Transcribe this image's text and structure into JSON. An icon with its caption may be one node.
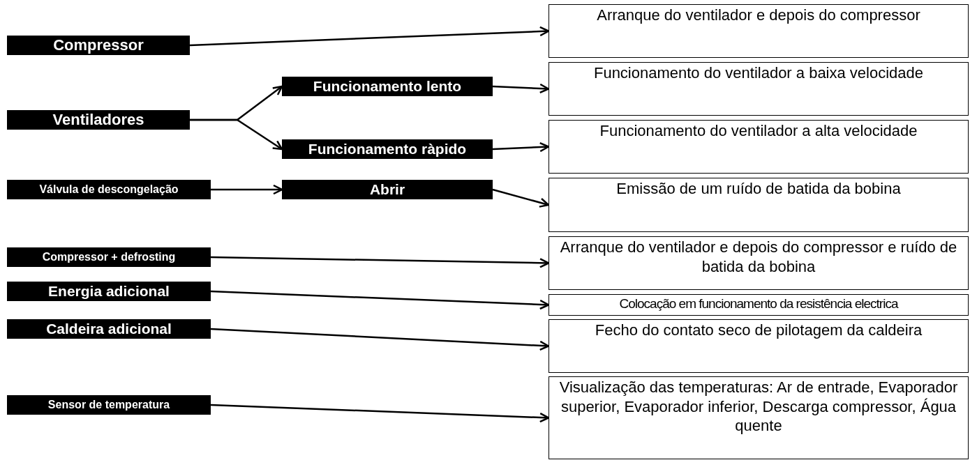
{
  "diagram": {
    "nodes": [
      {
        "text": [
          "Compressor"
        ]
      },
      {
        "text": [
          "Ventiladores"
        ]
      },
      {
        "text": [
          "Funcionamento lento"
        ]
      },
      {
        "text": [
          "Funcionamento ràpido"
        ]
      },
      {
        "text": [
          "Válvula de descongelação"
        ]
      },
      {
        "text": [
          "Abrir"
        ]
      },
      {
        "text": [
          "Compressor + defrosting"
        ]
      },
      {
        "text": [
          "Energia adicional"
        ]
      },
      {
        "text": [
          "Caldeira adicional"
        ]
      },
      {
        "text": [
          "Sensor de temperatura"
        ]
      },
      {
        "text": [
          "Arranque do ventilador e depois do compressor"
        ]
      },
      {
        "text": [
          "Funcionamento do ventilador a baixa velocidade"
        ]
      },
      {
        "text": [
          "Funcionamento do ventilador a alta velocidade"
        ]
      },
      {
        "text": [
          "Emissão de um ruído de batida da bobina"
        ]
      },
      {
        "text": [
          "Arranque do ventilador e depois do compressor e ruído de batida da bobina"
        ]
      },
      {
        "text": [
          "Colocação em funcionamento da resistência electrica"
        ]
      },
      {
        "text": [
          "Fecho do contato seco de pilotagem da caldeira"
        ]
      },
      {
        "text": [
          "Visualização das temperaturas: Ar de entrade, Evaporador superior, Evaporador inferior, Descarga compressor, Água quente"
        ]
      }
    ],
    "edges": [
      {
        "from": 0,
        "to": 10,
        "arrow": "to"
      },
      {
        "from": 1,
        "to": 2,
        "arrow": "to"
      },
      {
        "from": 1,
        "to": 3,
        "arrow": "to"
      },
      {
        "from": 2,
        "to": 11,
        "arrow": "to"
      },
      {
        "from": 3,
        "to": 12,
        "arrow": "to"
      },
      {
        "from": 4,
        "to": 5,
        "arrow": "to"
      },
      {
        "from": 5,
        "to": 13,
        "arrow": "to"
      },
      {
        "from": 6,
        "to": 14,
        "arrow": "to"
      },
      {
        "from": 7,
        "to": 15,
        "arrow": "to"
      },
      {
        "from": 8,
        "to": 16,
        "arrow": "to"
      },
      {
        "from": 9,
        "to": 17,
        "arrow": "to"
      }
    ]
  }
}
